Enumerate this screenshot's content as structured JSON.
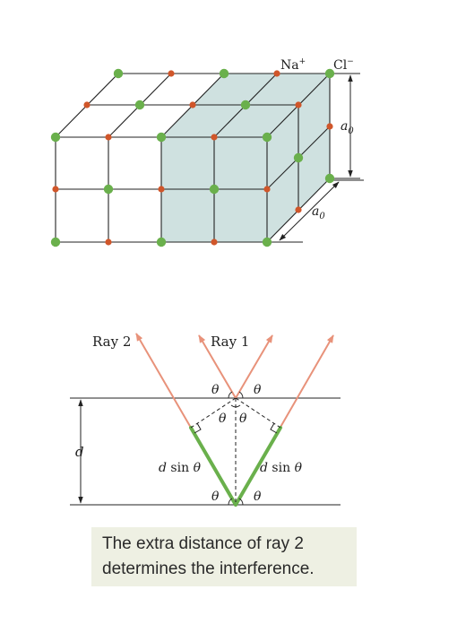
{
  "crystal": {
    "na_label": "Na",
    "na_sup": "+",
    "cl_label": "Cl",
    "cl_sup": "−",
    "a0_main": "a",
    "a0_sub": "0",
    "colors": {
      "cl": "#6ab04c",
      "na": "#d0562a",
      "cell_fill": "#cfe1e0"
    }
  },
  "rays": {
    "ray1": "Ray 1",
    "ray2": "Ray 2",
    "theta": "θ",
    "d": "d",
    "dsin_d": "d",
    "dsin_sin": "sin",
    "dsin_theta": "θ",
    "colors": {
      "ray": "#e8927a",
      "path": "#6ab04c"
    }
  },
  "caption": {
    "line1": "The extra distance of ray 2",
    "line2": "determines the interference."
  }
}
